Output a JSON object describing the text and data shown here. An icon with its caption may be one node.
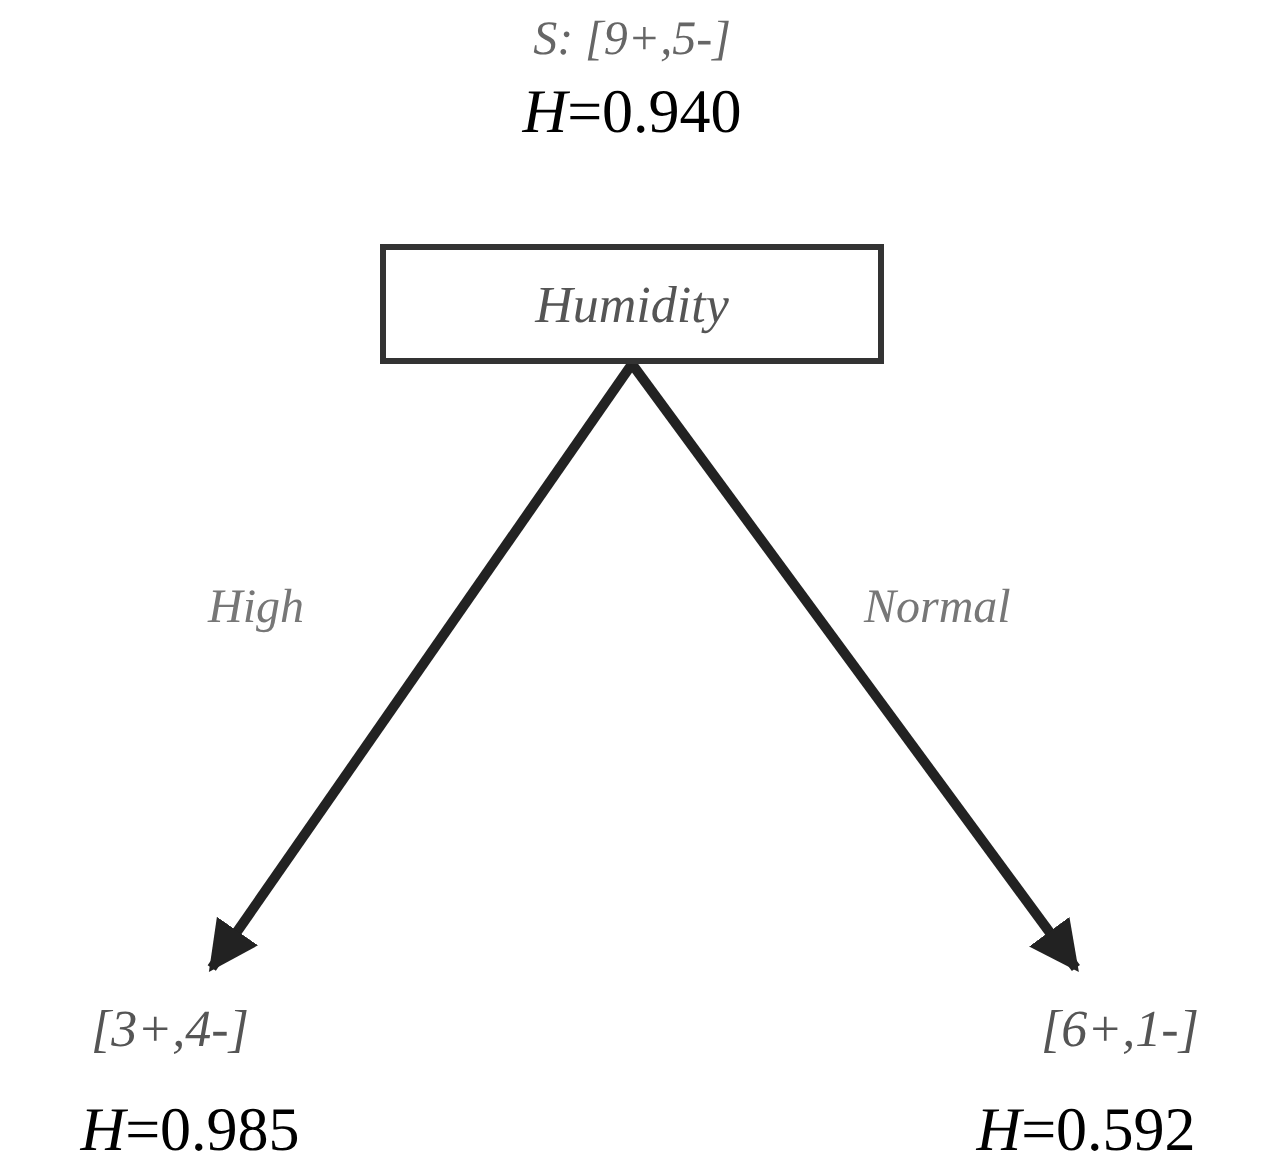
{
  "diagram": {
    "nodes": [
      {
        "text": [
          "Humidity"
        ],
        "beside": [
          "S: [9+,5-]",
          "*H*=0.940"
        ]
      },
      {
        "text": [
          "[3+,4-]"
        ],
        "beside": [
          "*H*=0.985"
        ]
      },
      {
        "text": [
          "[6+,1-]"
        ],
        "beside": [
          "*H*=0.592"
        ]
      }
    ],
    "edges": [
      {
        "from": 0,
        "to": 1,
        "arrow": "to",
        "label": "High"
      },
      {
        "from": 0,
        "to": 2,
        "arrow": "to",
        "label": "Normal"
      }
    ]
  }
}
